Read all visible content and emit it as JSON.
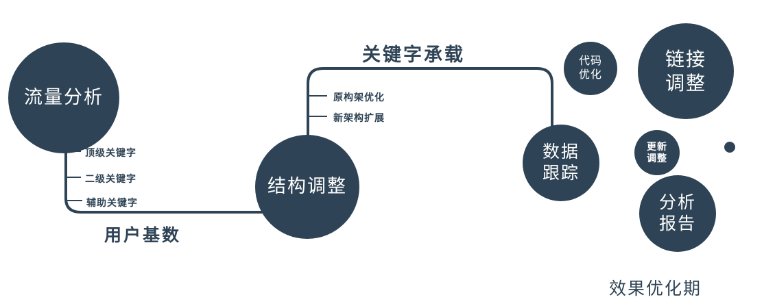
{
  "colors": {
    "primary": "#2e4355",
    "text_on_dark": "#ffffff"
  },
  "nodes": {
    "traffic": {
      "label": "流量分析"
    },
    "structure": {
      "label": "结构调整"
    },
    "data_tracking": {
      "line1": "数据",
      "line2": "跟踪"
    },
    "code_optimization": {
      "line1": "代码",
      "line2": "优化"
    },
    "link_adjustment": {
      "line1": "链接",
      "line2": "调整"
    },
    "update_adjustment": {
      "line1": "更新",
      "line2": "调整"
    },
    "analysis_report": {
      "line1": "分析",
      "line2": "报告"
    }
  },
  "edges": {
    "user_base": "用户基数",
    "keyword_carry": "关键字承载"
  },
  "branch_labels": {
    "traffic": [
      "顶级关键字",
      "二级关键字",
      "辅助关键字"
    ],
    "structure": [
      "原构架优化",
      "新架构扩展"
    ]
  },
  "footer": "效果优化期"
}
